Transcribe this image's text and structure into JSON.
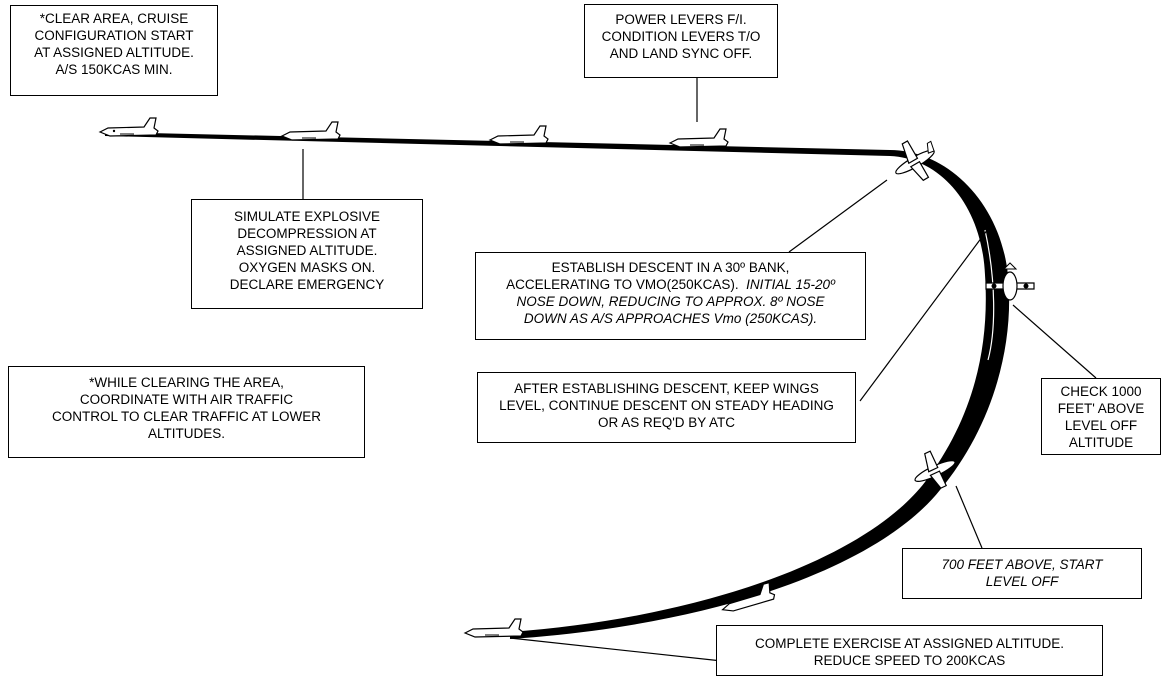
{
  "diagram": {
    "colors": {
      "ink": "#000000",
      "paper": "#ffffff"
    },
    "boxes": {
      "clear_area": [
        "*CLEAR AREA, CRUISE",
        "CONFIGURATION START",
        "AT ASSIGNED ALTITUDE.",
        "A/S 150KCAS MIN."
      ],
      "power_levers": [
        "POWER LEVERS F/I.",
        "CONDITION LEVERS T/O",
        "AND LAND SYNC OFF."
      ],
      "decompression": [
        "SIMULATE EXPLOSIVE",
        "DECOMPRESSION AT",
        "ASSIGNED ALTITUDE.",
        "OXYGEN MASKS ON.",
        "DECLARE EMERGENCY"
      ],
      "descent": {
        "line1": "ESTABLISH DESCENT IN A 30º BANK,",
        "line2_plain": "ACCELERATING TO VMO(250KCAS).",
        "line2_italic": "INITIAL 15-20º",
        "line3": "NOSE DOWN, REDUCING TO APPROX. 8º NOSE",
        "line4": "DOWN AS A/S APPROACHES Vmo (250KCAS)."
      },
      "while_clearing": [
        "*WHILE CLEARING THE AREA,",
        "COORDINATE WITH AIR TRAFFIC",
        "CONTROL TO CLEAR TRAFFIC AT LOWER",
        "ALTITUDES."
      ],
      "wings_level": [
        "AFTER ESTABLISHING DESCENT, KEEP WINGS",
        "LEVEL, CONTINUE DESCENT ON STEADY HEADING",
        "OR AS REQ'D BY ATC"
      ],
      "check_1000": [
        "CHECK 1000",
        "FEET' ABOVE",
        "LEVEL OFF",
        "ALTITUDE"
      ],
      "level_off": [
        "700 FEET ABOVE, START",
        "LEVEL OFF"
      ],
      "complete": [
        "COMPLETE EXERCISE AT ASSIGNED ALTITUDE.",
        "REDUCE SPEED TO 200KCAS"
      ]
    }
  }
}
